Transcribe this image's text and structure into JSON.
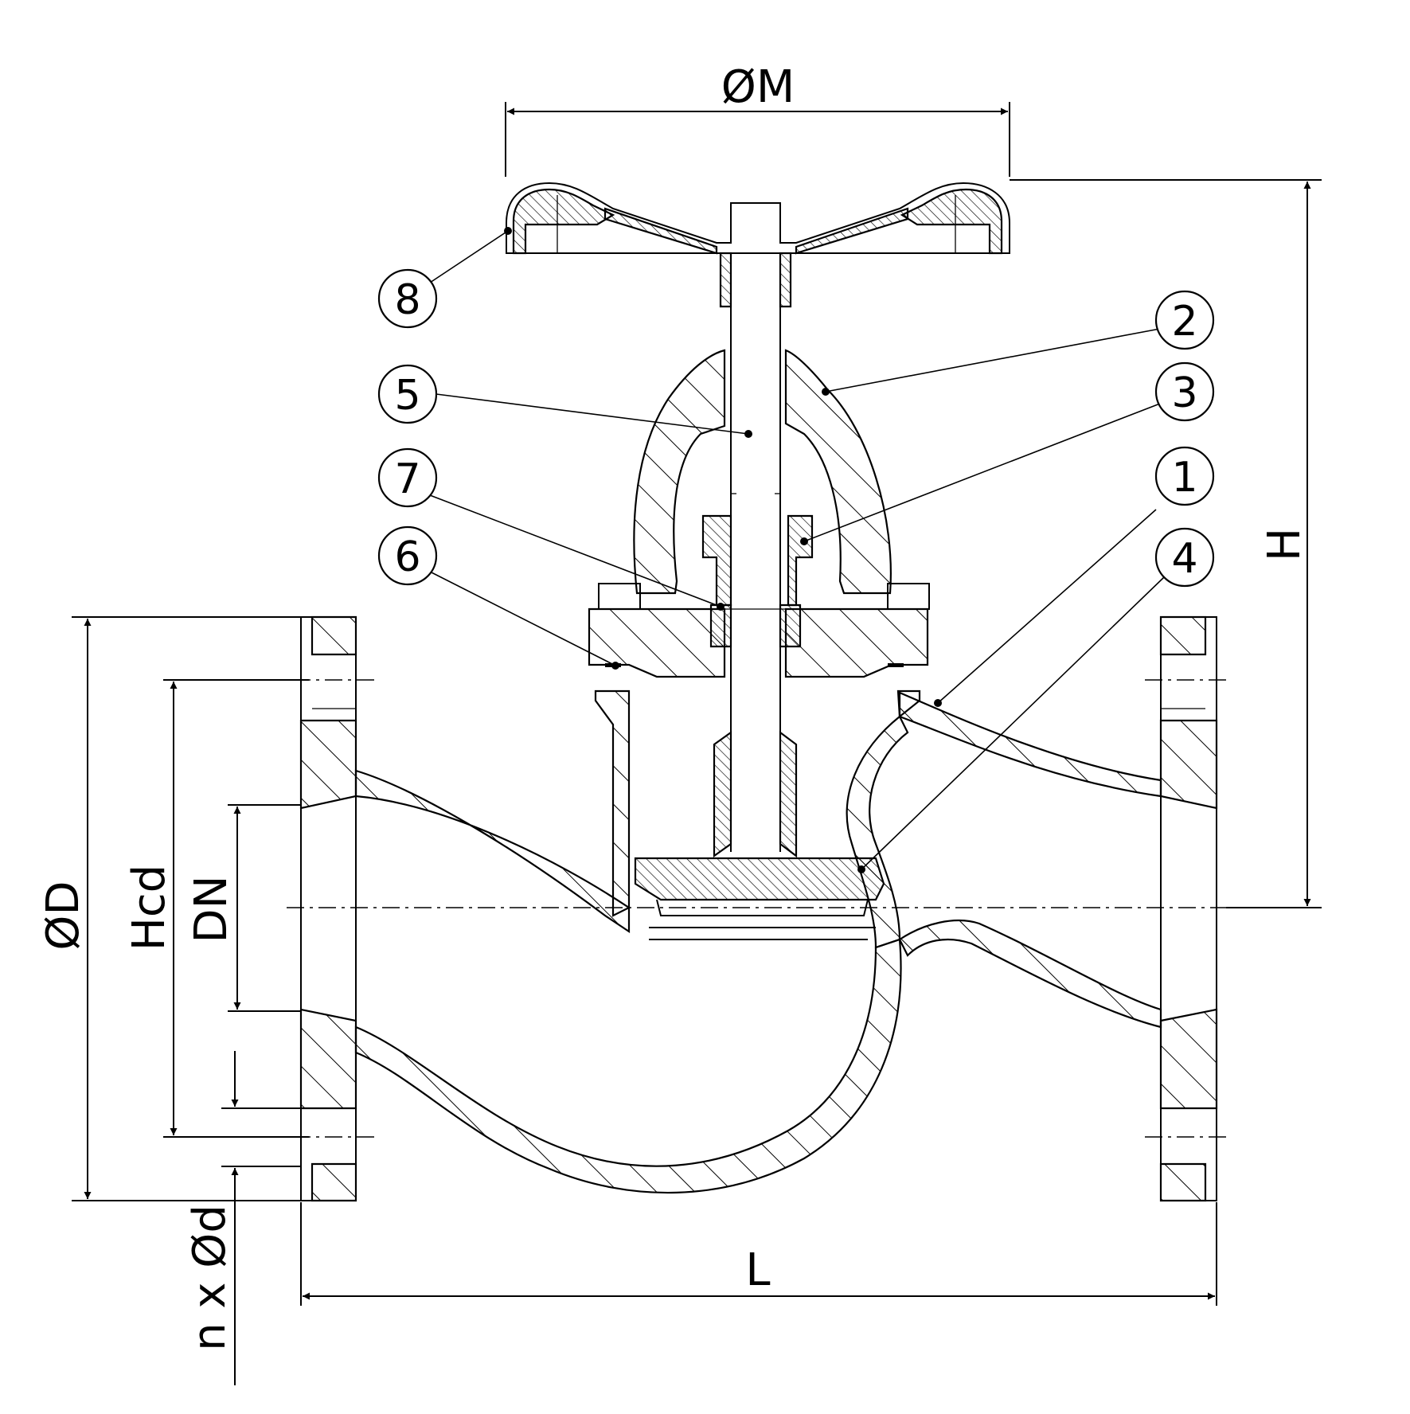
{
  "dimensions": {
    "handwheel_diameter": "ØM",
    "height": "H",
    "flange_diameter": "ØD",
    "bolt_circle": "Hcd",
    "nominal_diameter": "DN",
    "face_to_face": "L",
    "bolt_holes": "n x Ød"
  },
  "callouts": [
    {
      "label": "1"
    },
    {
      "label": "2"
    },
    {
      "label": "3"
    },
    {
      "label": "4"
    },
    {
      "label": "5"
    },
    {
      "label": "6"
    },
    {
      "label": "7"
    },
    {
      "label": "8"
    }
  ]
}
